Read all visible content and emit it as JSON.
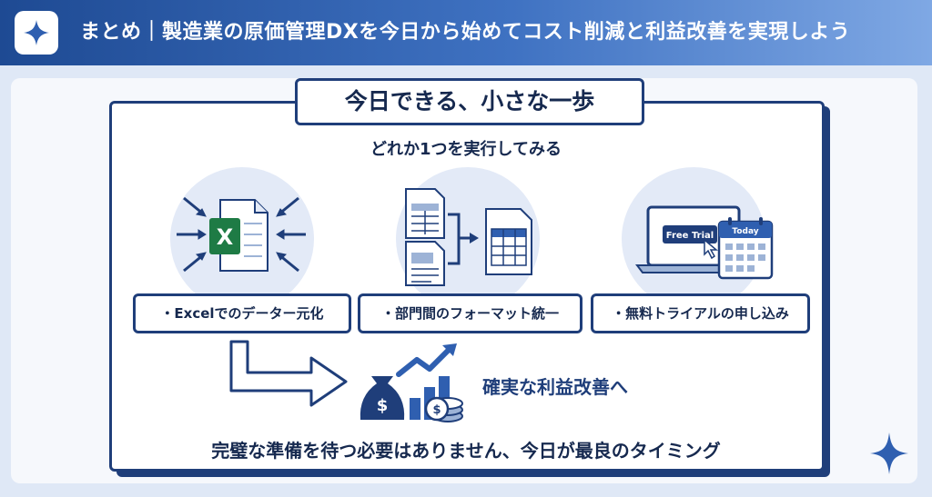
{
  "header": {
    "title": "まとめ｜製造業の原価管理DXを今日から始めてコスト削減と利益改善を実現しよう"
  },
  "section": {
    "title": "今日できる、小さな一歩",
    "subtitle": "どれか1つを実行してみる"
  },
  "steps": [
    {
      "label": "・Excelでのデーター元化",
      "icon": "excel-icon"
    },
    {
      "label": "・部門間のフォーマット統一",
      "icon": "documents-format-icon"
    },
    {
      "label": "・無料トライアルの申し込み",
      "icon": "free-trial-calendar-icon"
    }
  ],
  "trial_screen": {
    "button": "Free Trial"
  },
  "calendar": {
    "label": "Today"
  },
  "result": {
    "text": "確実な利益改善へ",
    "icon": "profit-growth-icon"
  },
  "closing": {
    "text": "完璧な準備を待つ必要はありません、今日が最良のタイミング"
  },
  "colors": {
    "navy": "#1f3e7a",
    "header_start": "#1e4a93",
    "header_end": "#7fa8e4",
    "circle": "#e3eaf7",
    "excel_green": "#1e7b45"
  }
}
